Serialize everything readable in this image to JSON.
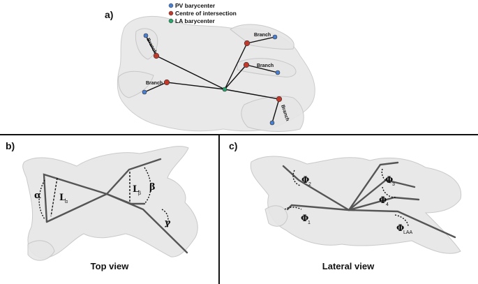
{
  "panels": {
    "a": {
      "label": "a)"
    },
    "b": {
      "label": "b)",
      "caption": "Top view"
    },
    "c": {
      "label": "c)",
      "caption": "Lateral view"
    }
  },
  "legend": [
    {
      "text": "PV barycenter",
      "color": "#4a7fd0"
    },
    {
      "text": "Centre of intersection",
      "color": "#c0392b"
    },
    {
      "text": "LA barycenter",
      "color": "#2aa36b"
    }
  ],
  "branch_label": "Branch",
  "top_view": {
    "alpha": "α",
    "beta": "β",
    "gamma": "γ",
    "L_alpha": {
      "main": "L",
      "sub": "α"
    },
    "L_beta": {
      "main": "L",
      "sub": "β"
    }
  },
  "lateral_view": {
    "phi1": {
      "main": "Φ",
      "sub": "1"
    },
    "phi2": {
      "main": "Φ",
      "sub": "2"
    },
    "phi3": {
      "main": "Φ",
      "sub": "3"
    },
    "phi4": {
      "main": "Φ",
      "sub": "4"
    },
    "phiLAA": {
      "main": "Φ",
      "sub": "LAA"
    }
  },
  "colors": {
    "mesh_fill": "#e6e6e6",
    "mesh_stroke": "#c4c4c4",
    "centerline": "#555555",
    "divider": "#111111"
  }
}
